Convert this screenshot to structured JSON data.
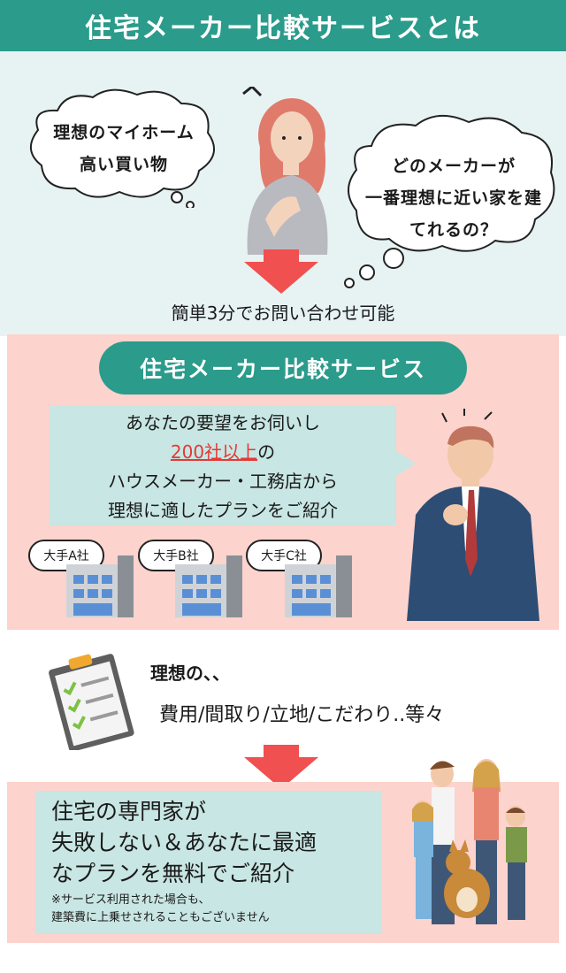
{
  "header": {
    "title": "住宅メーカー比較サービスとは"
  },
  "section1": {
    "left_bubble_lines": [
      "理想のマイホーム",
      "高い買い物"
    ],
    "right_bubble_lines": [
      "どのメーカーが",
      "一番理想に近い家を建",
      "てれるの？"
    ],
    "caption": "簡単3分でお問い合わせ可能"
  },
  "section2": {
    "pill_title": "住宅メーカー比較サービス",
    "speech_line1": "あなたの要望をお伺いし",
    "speech_highlight": "200社以上",
    "speech_line2_suffix": "の",
    "speech_line3": "ハウスメーカー・工務店から",
    "speech_line4": "理想に適したプランをご紹介",
    "makers": [
      "大手A社",
      "大手B社",
      "大手C社"
    ]
  },
  "section_checklist": {
    "line1": "理想の、、",
    "line2": "費用/間取り/立地/こだわり..等々"
  },
  "section3": {
    "main_lines": [
      "住宅の専門家が",
      "失敗しない＆あなたに最適",
      "なプランを無料でご紹介"
    ],
    "note_lines": [
      "※サービス利用された場合も、",
      "建築費に上乗せされることもございません"
    ]
  },
  "colors": {
    "teal": "#2b9b8b",
    "light_teal_bg": "#e7f3f3",
    "pink_bg": "#fcd3cd",
    "box_teal": "#c8e6e3",
    "arrow_red": "#f05050",
    "highlight_red": "#e53935"
  }
}
